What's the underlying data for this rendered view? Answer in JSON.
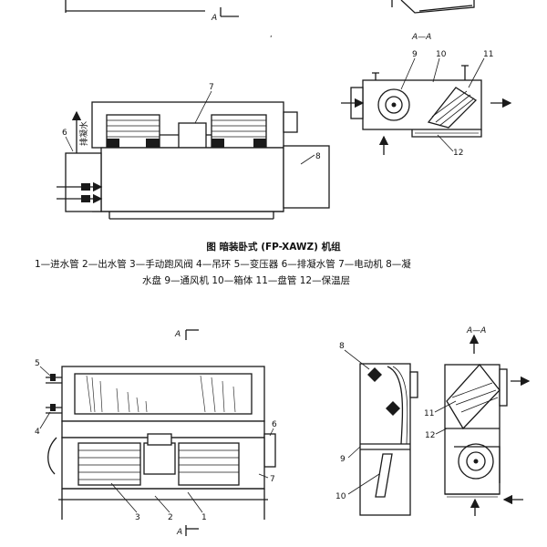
{
  "section_marks": {
    "top_a": "A",
    "mid_a": "A",
    "bot_a": "A",
    "section_aa_1": "A—A",
    "section_aa_2": "A—A"
  },
  "stray_mark": "ʹ",
  "fig1": {
    "caption": "图  暗装卧式 (FP-XAWZ) 机组",
    "legend_line1": "1—进水管   2—出水管   3—手动跑风阀   4—吊环   5—变压器   6—排凝水管   7—电动机   8—凝",
    "legend_line2": "水盘   9—通风机   10—箱体   11—盘管   12—保温层",
    "drain_label": "排凝水",
    "callouts": {
      "n6": "6",
      "n7": "7",
      "n8": "8",
      "n9": "9",
      "n10": "10",
      "n11": "11",
      "n12": "12"
    }
  },
  "fig2": {
    "callouts": {
      "n1": "1",
      "n2": "2",
      "n3": "3",
      "n4": "4",
      "n5": "5",
      "n6": "6",
      "n7": "7",
      "n8": "8",
      "n9": "9",
      "n10": "10",
      "n11": "11",
      "n12": "12"
    }
  }
}
